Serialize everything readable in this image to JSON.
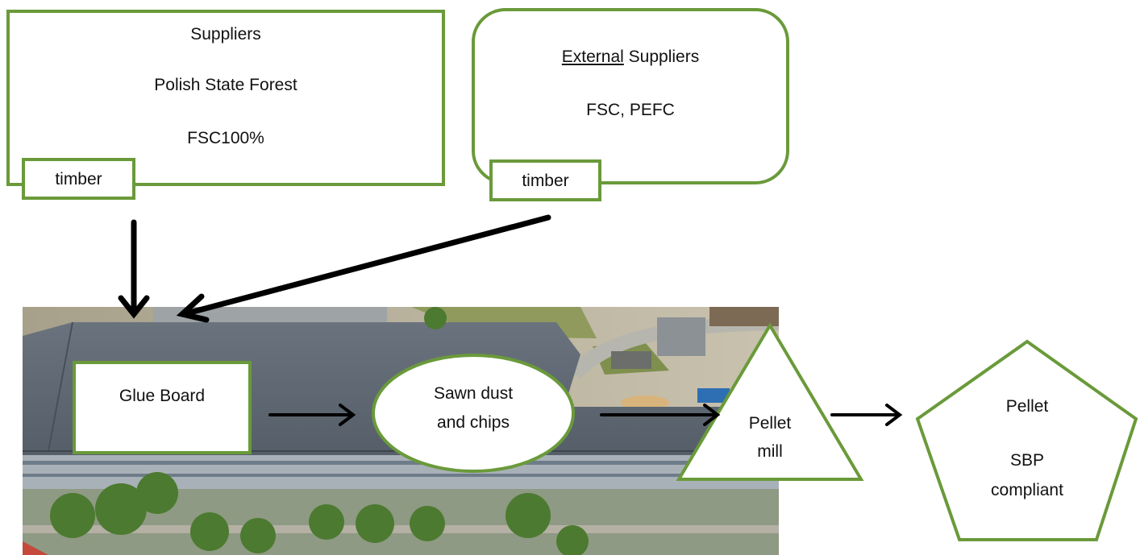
{
  "colors": {
    "shape_stroke": "#6a9a3a",
    "arrow": "#000000",
    "roof": "#5d6670"
  },
  "suppliers_box": {
    "title": "Suppliers",
    "line2": "Polish State Forest",
    "line3": "FSC100%",
    "tag": "timber"
  },
  "external_box": {
    "title_underlined": "External",
    "title_rest": " Suppliers",
    "line2": "FSC, PEFC",
    "tag": "timber"
  },
  "glue_board": {
    "label": "Glue Board"
  },
  "sawn_dust": {
    "line1": "Sawn dust",
    "line2": "and chips"
  },
  "pellet_mill": {
    "line1": "Pellet",
    "line2": "mill"
  },
  "pellet": {
    "line1": "Pellet",
    "line2": "SBP",
    "line3": "compliant"
  },
  "background_photo": {
    "subject": "aerial-view-of-sawmill-and-pellet-plant"
  }
}
